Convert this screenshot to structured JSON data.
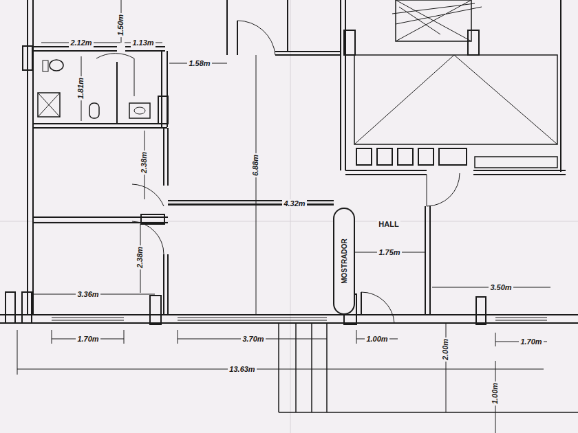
{
  "diagram": {
    "nodes": [
      {
        "text": [
          "MOSTRADOR"
        ]
      }
    ],
    "labels": [
      "2.12m",
      "1.50m",
      "1.13m",
      "1.58m",
      "1.81m",
      "2.38m",
      "6.88m",
      "4.32m",
      "HALL",
      "1.75m",
      "2.38m",
      "3.36m",
      "3.50m",
      "1.70m",
      "3.70m",
      "1.00m",
      "2.00m",
      "1.70m",
      "13.63m",
      "1.00m"
    ]
  }
}
